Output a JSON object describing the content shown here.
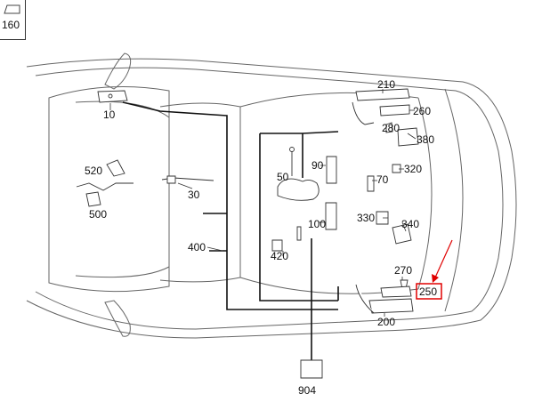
{
  "figure": {
    "ref_label": "160",
    "parts": [
      {
        "id": "p10",
        "label": "10"
      },
      {
        "id": "p30",
        "label": "30"
      },
      {
        "id": "p50",
        "label": "50"
      },
      {
        "id": "p70",
        "label": "70"
      },
      {
        "id": "p90",
        "label": "90"
      },
      {
        "id": "p100",
        "label": "100"
      },
      {
        "id": "p200",
        "label": "200"
      },
      {
        "id": "p210",
        "label": "210"
      },
      {
        "id": "p250",
        "label": "250"
      },
      {
        "id": "p260",
        "label": "260"
      },
      {
        "id": "p270",
        "label": "270"
      },
      {
        "id": "p280",
        "label": "280"
      },
      {
        "id": "p320",
        "label": "320"
      },
      {
        "id": "p330",
        "label": "330"
      },
      {
        "id": "p340",
        "label": "340"
      },
      {
        "id": "p380",
        "label": "380"
      },
      {
        "id": "p400",
        "label": "400"
      },
      {
        "id": "p420",
        "label": "420"
      },
      {
        "id": "p500",
        "label": "500"
      },
      {
        "id": "p520",
        "label": "520"
      },
      {
        "id": "p904",
        "label": "904"
      }
    ],
    "highlight": {
      "label": "250",
      "color": "#e00000"
    },
    "line_color": "#111111",
    "outline_color": "#666666"
  }
}
